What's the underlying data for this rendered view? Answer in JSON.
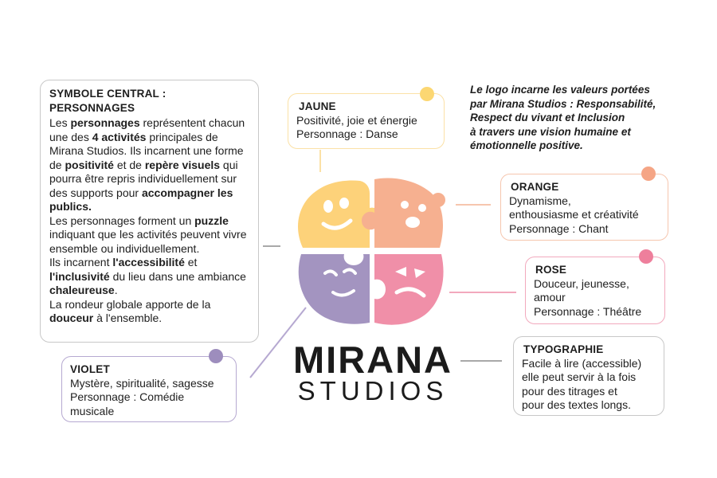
{
  "symbole": {
    "title": "SYMBOLE CENTRAL : PERSONNAGES",
    "p1": {
      "t1": "Les ",
      "b1": "personnages",
      "t2": " représentent chacun une des ",
      "b2": "4 activités",
      "t3": " principales de Mirana Studios. Ils incarnent une forme de ",
      "b3": "positivité",
      "t4": " et de ",
      "b4": "repère visuels",
      "t5": " qui pourra être repris individuellement sur des supports pour ",
      "b5": "accompagner les publics."
    },
    "p2": {
      "t1": "Les personnages forment un ",
      "b1": "puzzle",
      "t2": " indiquant que les activités peuvent vivre ensemble ou individuellement."
    },
    "p3": {
      "t1": "Ils incarnent ",
      "b1": "l'accessibilité",
      "t2": " et ",
      "b2": "l'inclusivité",
      "t3": " du lieu dans une ambiance ",
      "b3": "chaleureuse",
      "t4": "."
    },
    "p4": {
      "t1": "La rondeur globale apporte de la ",
      "b1": "douceur",
      "t2": " à l'ensemble."
    }
  },
  "jaune": {
    "title": "JAUNE",
    "line1": "Positivité, joie et énergie",
    "line2": "Personnage : Danse"
  },
  "orange": {
    "title": "ORANGE",
    "line1": "Dynamisme,",
    "line2": "enthousiasme et créativité",
    "line3": "Personnage : Chant"
  },
  "rose": {
    "title": "ROSE",
    "line1": "Douceur, jeunesse,",
    "line2": "amour",
    "line3": "Personnage : Théâtre"
  },
  "violet": {
    "title": "VIOLET",
    "line1": "Mystère, spiritualité, sagesse",
    "line2": "Personnage : Comédie",
    "line3": "musicale"
  },
  "typographie": {
    "title": "TYPOGRAPHIE",
    "line1": "Facile à lire (accessible)",
    "line2": "elle peut servir à la fois",
    "line3": "pour des titrages et",
    "line4": "pour des textes longs."
  },
  "tagline": {
    "line1": "Le logo incarne les valeurs portées",
    "line2": "par Mirana Studios : Responsabilité,",
    "line3": "Respect du vivant et Inclusion",
    "line4": "à travers une vision humaine et",
    "line5": "émotionnelle positive."
  },
  "brand": {
    "line1": "MIRANA",
    "line2": "STUDIOS"
  },
  "colors": {
    "jaune": "#fdd27a",
    "jaune_dot": "#fcd772",
    "jaune_border": "#fbe1a6",
    "orange": "#f6b090",
    "orange_dot": "#f5a585",
    "orange_border": "#f6c6ae",
    "rose": "#f08fa8",
    "rose_dot": "#ee7f9c",
    "rose_border": "#f2a9bd",
    "violet": "#a394c0",
    "violet_dot": "#9d8dbd",
    "violet_border": "#b6a9d1",
    "grey": "#a9a9a9"
  },
  "icons": [
    "mask-yellow-icon",
    "mask-orange-icon",
    "mask-violet-icon",
    "mask-pink-icon"
  ]
}
